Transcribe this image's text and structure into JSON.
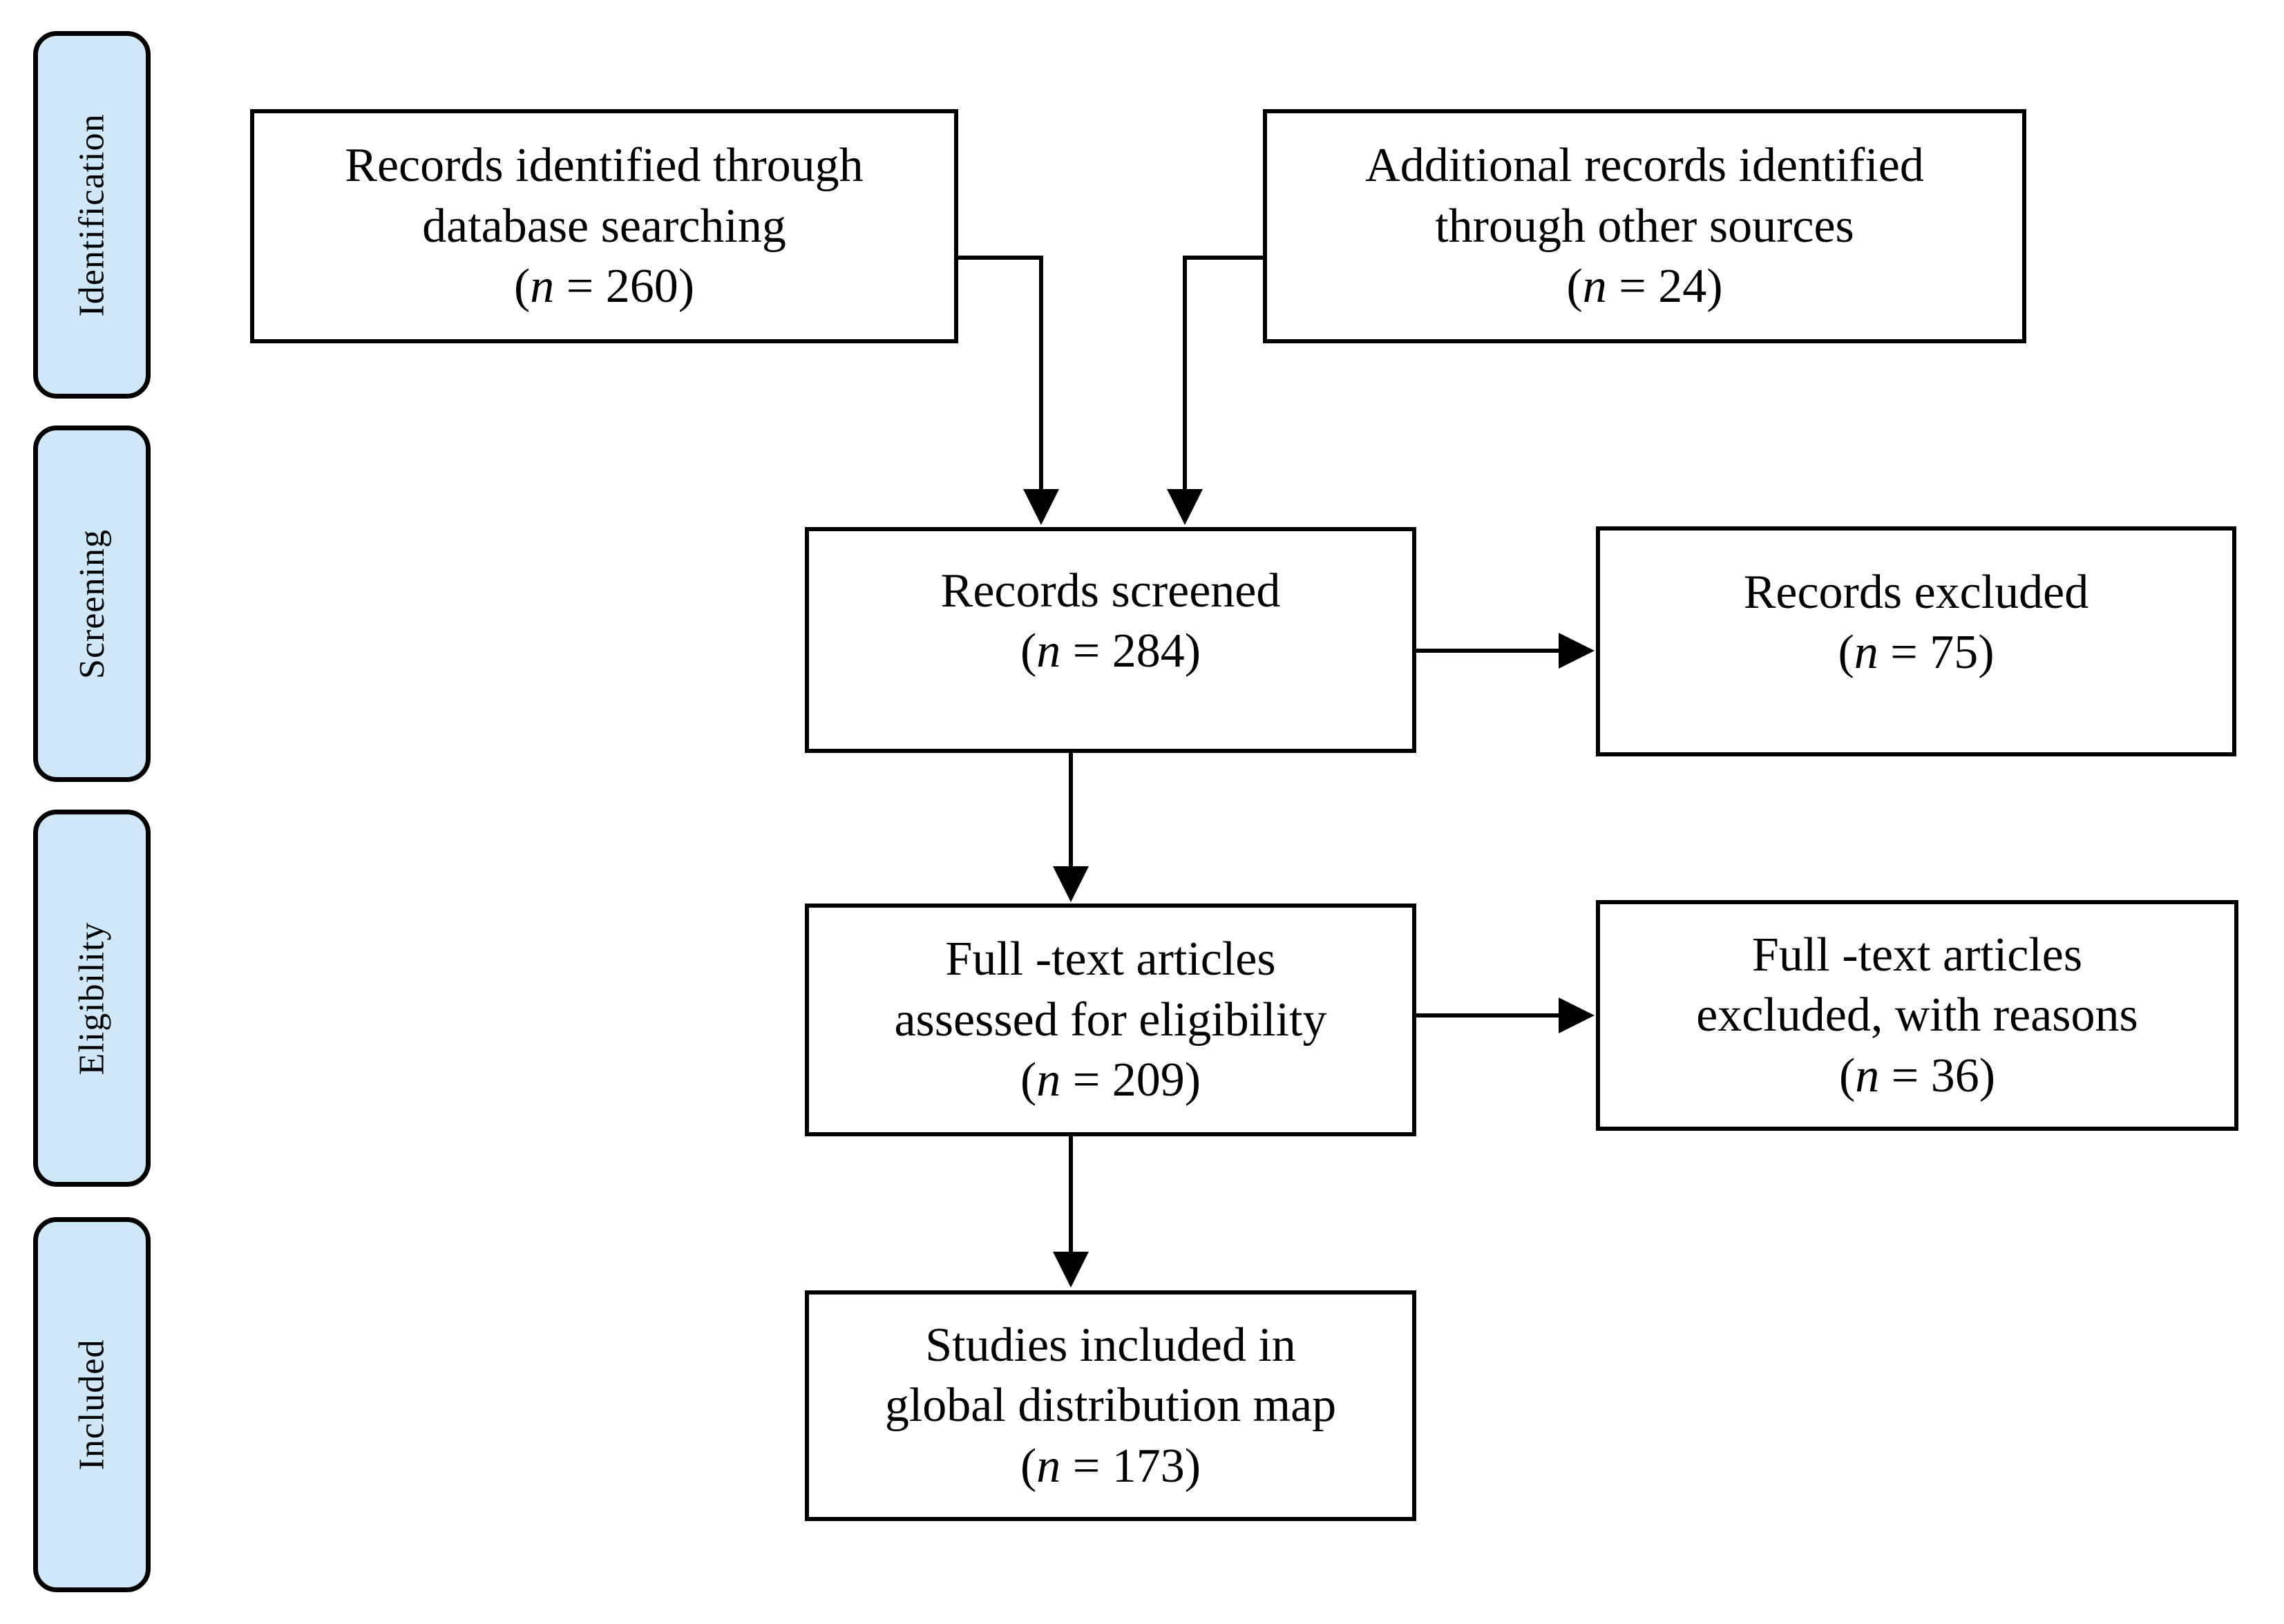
{
  "figure": {
    "type": "prisma-flow-diagram",
    "stages": [
      {
        "label": "Identification"
      },
      {
        "label": "Screening"
      },
      {
        "label": "Eligibility"
      },
      {
        "label": "Included"
      }
    ],
    "nodes": [
      {
        "key": "records-identified",
        "lines": [
          "Records identified through",
          "database searching"
        ],
        "n": "260"
      },
      {
        "key": "additional-records",
        "lines": [
          "Additional records identified",
          "through other sources"
        ],
        "n": "24"
      },
      {
        "key": "records-screened",
        "lines": [
          "Records screened"
        ],
        "n": "284"
      },
      {
        "key": "records-excluded",
        "lines": [
          "Records excluded"
        ],
        "n": "75"
      },
      {
        "key": "fulltext-assessed",
        "lines": [
          "Full -text articles",
          "assessed for eligibility"
        ],
        "n": "209"
      },
      {
        "key": "fulltext-excluded",
        "lines": [
          "Full -text articles",
          "excluded, with reasons"
        ],
        "n": "36"
      },
      {
        "key": "studies-included",
        "lines": [
          "Studies included in",
          "global distribution map"
        ],
        "n": "173"
      }
    ],
    "colors": {
      "stage_fill": "#cfe8f9",
      "stage_border": "#000000",
      "box_border": "#000000",
      "text": "#000000",
      "background": "#ffffff"
    }
  }
}
